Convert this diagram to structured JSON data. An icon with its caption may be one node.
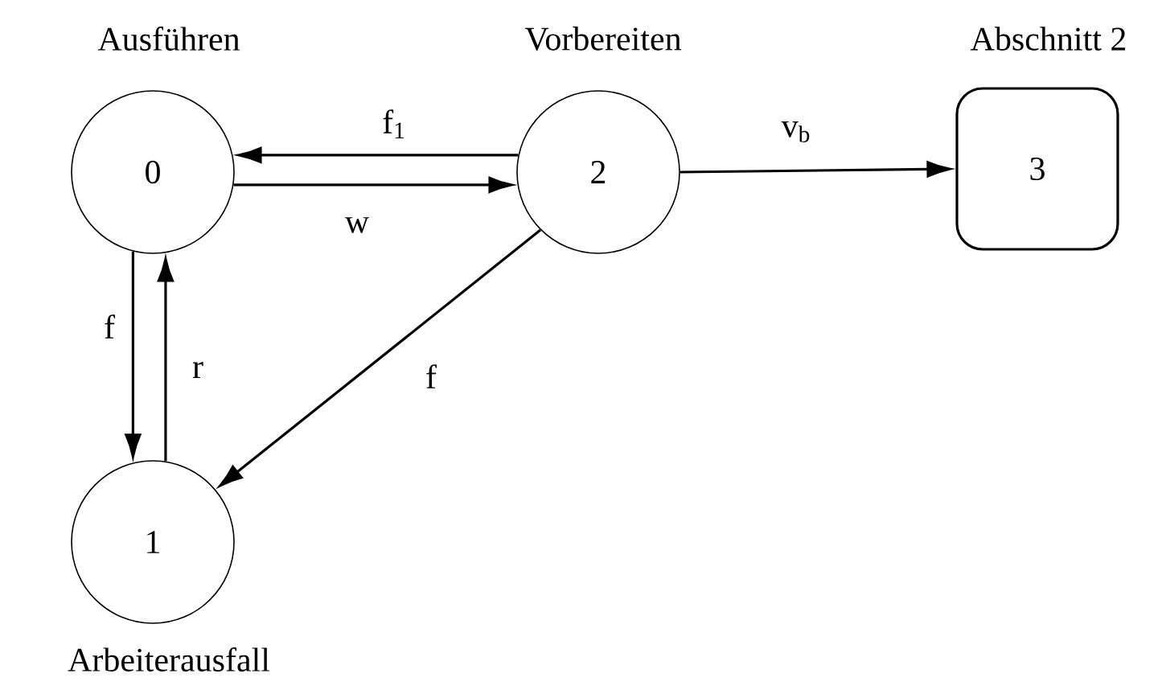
{
  "diagram": {
    "nodes": [
      {
        "text": [
          "0"
        ],
        "beside": [
          "Ausführen"
        ]
      },
      {
        "text": [
          "1"
        ],
        "beside": [
          "Arbeiterausfall"
        ]
      },
      {
        "text": [
          "2"
        ],
        "beside": [
          "Vorbereiten"
        ]
      },
      {
        "text": [
          "3"
        ],
        "beside": [
          "Abschnitt 2"
        ]
      }
    ],
    "edges": [
      {
        "from": 2,
        "to": 0,
        "arrow": "to",
        "label": "f$_{1}$"
      },
      {
        "from": 0,
        "to": 2,
        "arrow": "to",
        "label": "w"
      },
      {
        "from": 2,
        "to": 3,
        "arrow": "to",
        "label": "v$_{b}$"
      },
      {
        "from": 0,
        "to": 1,
        "arrow": "to",
        "label": "f"
      },
      {
        "from": 1,
        "to": 0,
        "arrow": "to",
        "label": "r"
      },
      {
        "from": 2,
        "to": 1,
        "arrow": "to",
        "label": "f"
      }
    ]
  }
}
